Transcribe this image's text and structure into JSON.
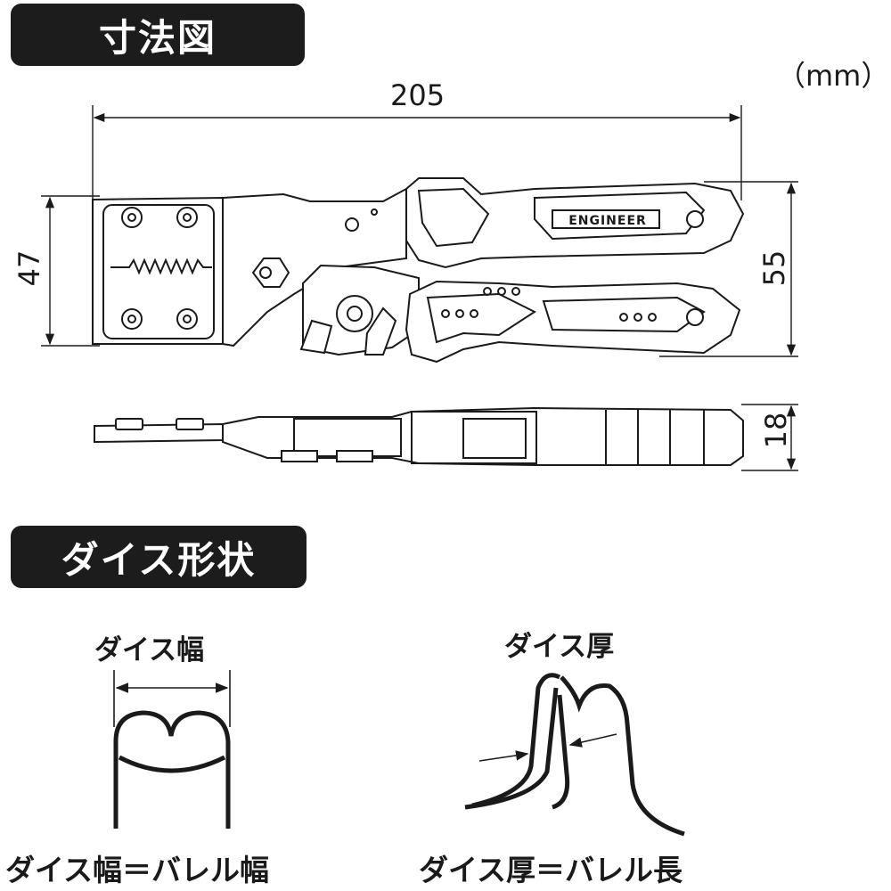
{
  "sections": {
    "dimensions_title": "寸法図",
    "die_shape_title": "ダイス形状"
  },
  "unit": "（mm）",
  "dimensions": {
    "length": "205",
    "head_height": "47",
    "handle_height": "55",
    "thickness": "18"
  },
  "brand_text": "ENGINEER",
  "die": {
    "width_label": "ダイス幅",
    "thickness_label": "ダイス厚",
    "width_caption": "ダイス幅＝バレル幅",
    "thickness_caption": "ダイス厚＝バレル長"
  },
  "colors": {
    "banner": "#1c1c1c",
    "line": "#1a1a1a",
    "background": "#ffffff"
  }
}
